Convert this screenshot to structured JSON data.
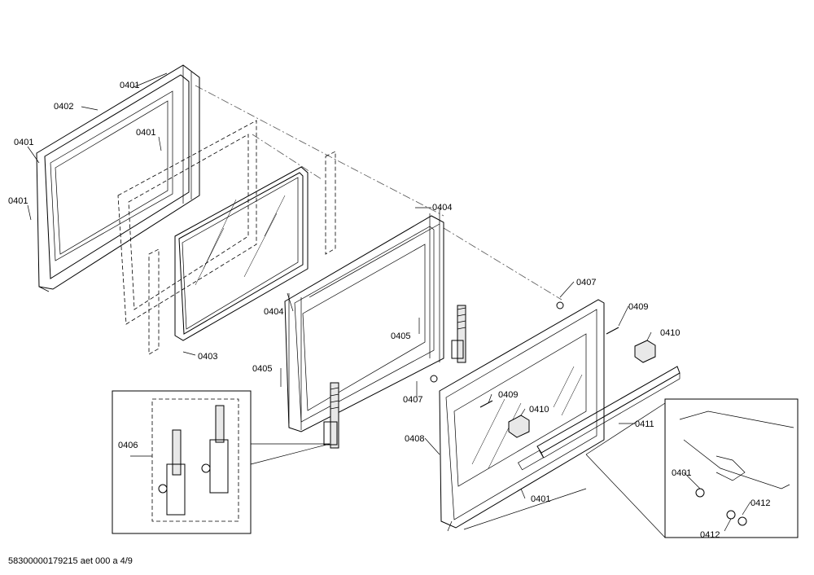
{
  "labels": {
    "l_0401_a": "0401",
    "l_0402": "0402",
    "l_0401_b": "0401",
    "l_0401_c": "0401",
    "l_0401_d": "0401",
    "l_0404_a": "0404",
    "l_0404_b": "0404",
    "l_0403": "0403",
    "l_0405_a": "0405",
    "l_0405_b": "0405",
    "l_0406": "0406",
    "l_0407_a": "0407",
    "l_0407_b": "0407",
    "l_0409_a": "0409",
    "l_0409_b": "0409",
    "l_0410_a": "0410",
    "l_0410_b": "0410",
    "l_0411": "0411",
    "l_0408": "0408",
    "l_0401_e": "0401",
    "l_0401_f": "0401",
    "l_0412_a": "0412",
    "l_0412_b": "0412"
  },
  "footer": {
    "code": "58300000179215 aet 000 a 4/9"
  }
}
